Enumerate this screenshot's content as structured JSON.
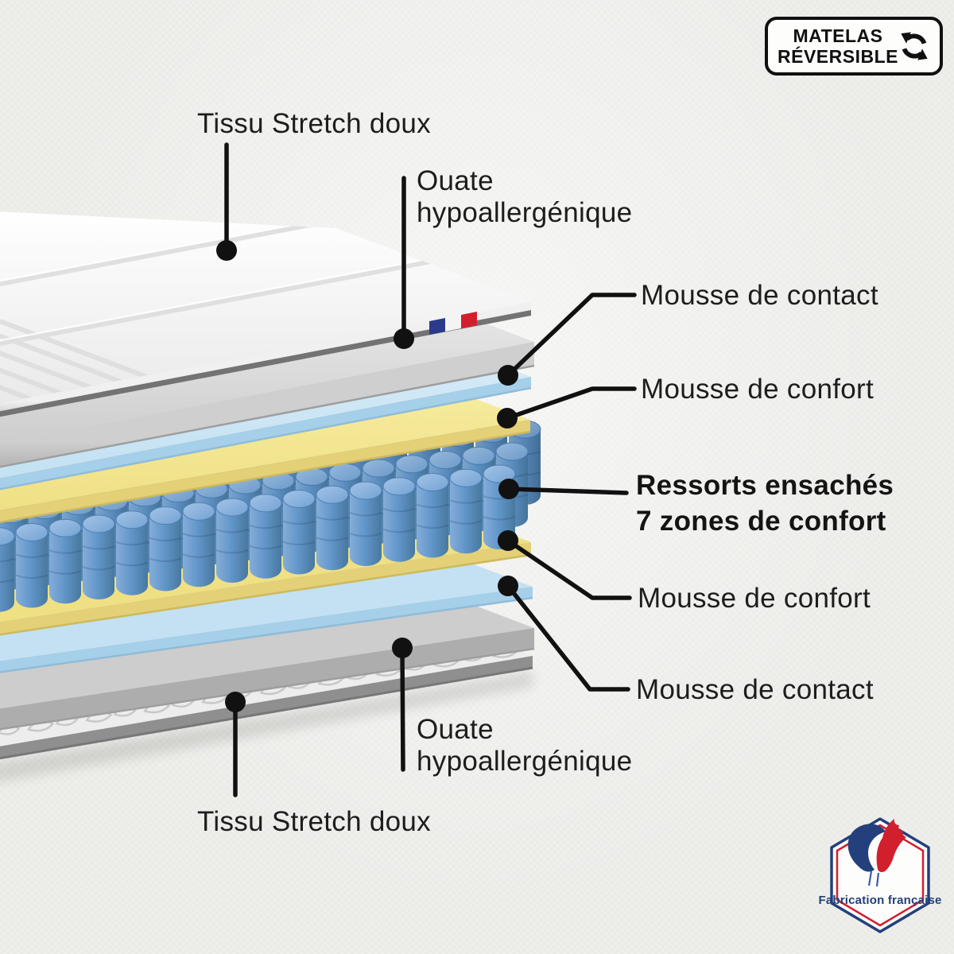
{
  "badge": {
    "line1": "MATELAS",
    "line2": "RÉVERSIBLE",
    "icon": "rotate-arrows-icon"
  },
  "labels": {
    "tissu_top": "Tissu Stretch doux",
    "ouate_top": "Ouate\nhypoallergénique",
    "mousse_contact_top": "Mousse de contact",
    "mousse_confort_top": "Mousse de confort",
    "ressorts": "Ressorts ensachés\n7 zones de confort",
    "mousse_confort_bottom": "Mousse de confort",
    "mousse_contact_bottom": "Mousse de contact",
    "ouate_bottom": "Ouate\nhypoallergénique",
    "tissu_bottom": "Tissu Stretch doux"
  },
  "stamp": {
    "text": "Fabrication française",
    "icon": "french-rooster-icon"
  },
  "flag_tag": {
    "colors": [
      "#2c3a8c",
      "#f4f4f4",
      "#d21f2e"
    ]
  },
  "layers": [
    {
      "label": "Tissu Stretch doux",
      "color": "#f5f5f5"
    },
    {
      "label": "Ouate hypoallergénique",
      "color": "#dadada"
    },
    {
      "label": "Mousse de contact",
      "color": "#cfe7f6"
    },
    {
      "label": "Mousse de confort",
      "color": "#f6eb9d"
    },
    {
      "label": "Ressorts ensachés 7 zones de confort",
      "color": "#6397cb"
    },
    {
      "label": "Mousse de confort",
      "color": "#f6eb9d"
    },
    {
      "label": "Mousse de contact",
      "color": "#cfe7f6"
    },
    {
      "label": "Ouate hypoallergénique",
      "color": "#dadada"
    },
    {
      "label": "Tissu Stretch doux",
      "color": "#f5f5f5"
    }
  ],
  "colors": {
    "line": "#111111",
    "text": "#1d1d1d",
    "spring": "#6397cb",
    "stamp_blue": "#23407c",
    "stamp_red": "#d21f2e",
    "background": "#efefec"
  }
}
